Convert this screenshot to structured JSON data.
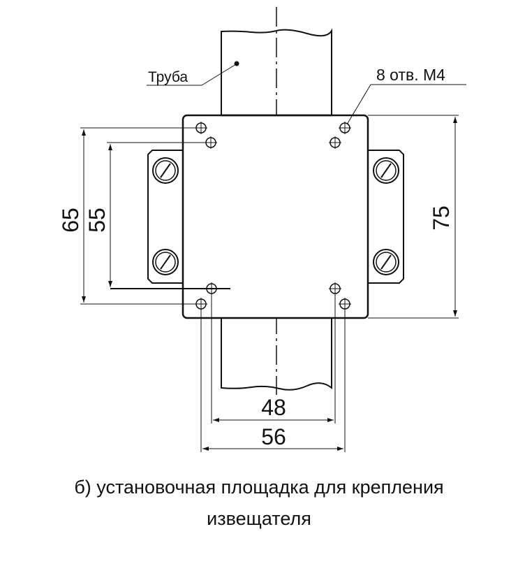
{
  "drawing": {
    "pipe_label": "Труба",
    "holes_label": "8 отв. М4",
    "dimensions": {
      "outer_vertical": "65",
      "inner_vertical": "55",
      "plate_height": "75",
      "inner_horizontal": "48",
      "outer_horizontal": "56"
    }
  },
  "caption": {
    "line1": "б) установочная площадка для крепления",
    "line2": "извещателя"
  }
}
